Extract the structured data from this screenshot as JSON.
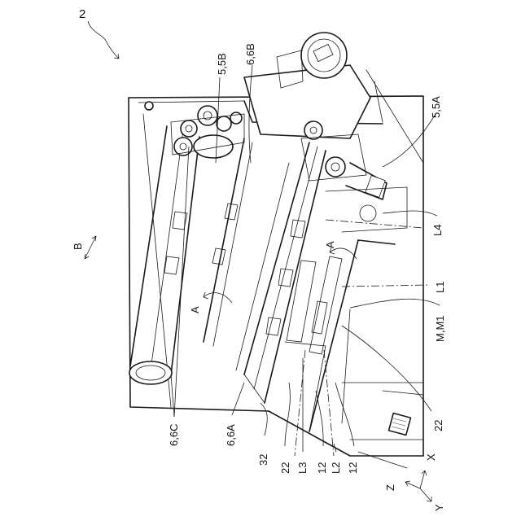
{
  "figure": {
    "number": "2",
    "labels": {
      "l_6_6c": "6,6C",
      "l_6_6a": "6,6A",
      "l_32": "32",
      "l_22_a": "22",
      "l_l3": "L3",
      "l_12_a": "12",
      "l_l2": "L2",
      "l_12_b": "12",
      "l_22_b": "22",
      "l_m_m1": "M,M1",
      "l_l1": "L1",
      "l_l4": "L4",
      "l_5_5a": "5,5A",
      "l_5_5b": "5,5B",
      "l_6_6b": "6,6B",
      "l_b": "B",
      "l_a_1": "A",
      "l_a_2": "A"
    },
    "axes": {
      "x": "X",
      "y": "Y",
      "z": "Z"
    }
  }
}
